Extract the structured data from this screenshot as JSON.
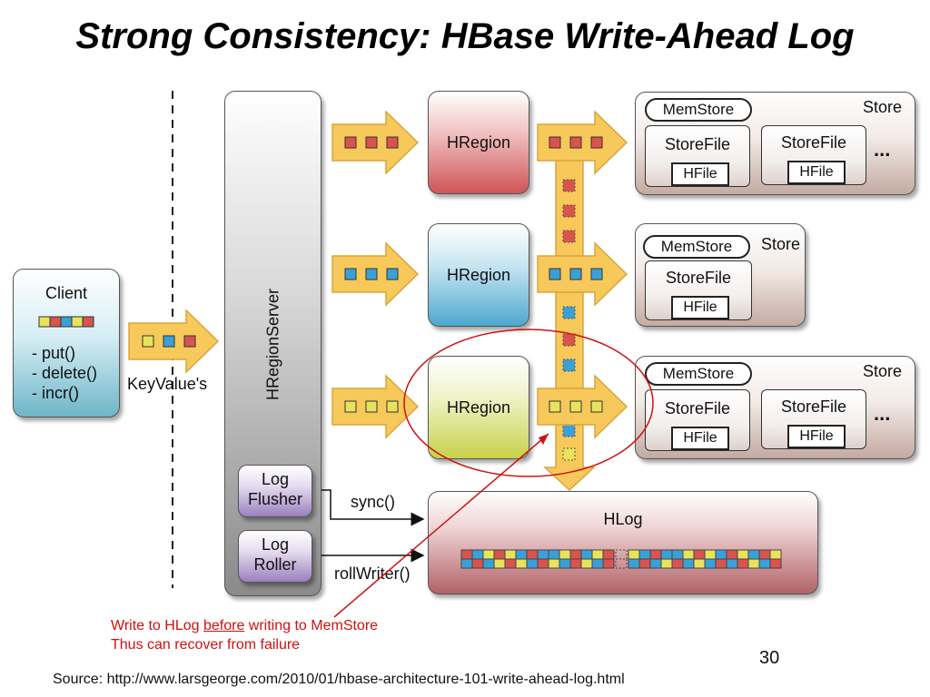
{
  "slide": {
    "title": "Strong Consistency: HBase Write-Ahead Log",
    "page_number": "30",
    "source": "Source: http://www.larsgeorge.com/2010/01/hbase-architecture-101-write-ahead-log.html"
  },
  "client": {
    "label": "Client",
    "ops": [
      "- put()",
      "- delete()",
      "- incr()"
    ]
  },
  "keyvalues_label": "KeyValue's",
  "server_label": "HRegionServer",
  "regions": [
    "HRegion",
    "HRegion",
    "HRegion"
  ],
  "log_flusher": [
    "Log",
    "Flusher"
  ],
  "log_roller": [
    "Log",
    "Roller"
  ],
  "sync_label": "sync()",
  "rollwriter_label": "rollWriter()",
  "hlog_label": "HLog",
  "stores": {
    "memstore": "MemStore",
    "store": "Store",
    "storefile": "StoreFile",
    "hfile": "HFile",
    "ellipsis": "..."
  },
  "annotation": {
    "line1_pre": "Write to HLog ",
    "line1_emph": "before",
    "line1_post": " writing to MemStore",
    "line2": "Thus can recover from failure"
  },
  "colors": {
    "red_kv": "#d9534f",
    "blue_kv": "#3aa0d8",
    "yellow_kv": "#e8e35a",
    "arrow_fill": "#f7c85a",
    "annotation": "#d01010"
  }
}
